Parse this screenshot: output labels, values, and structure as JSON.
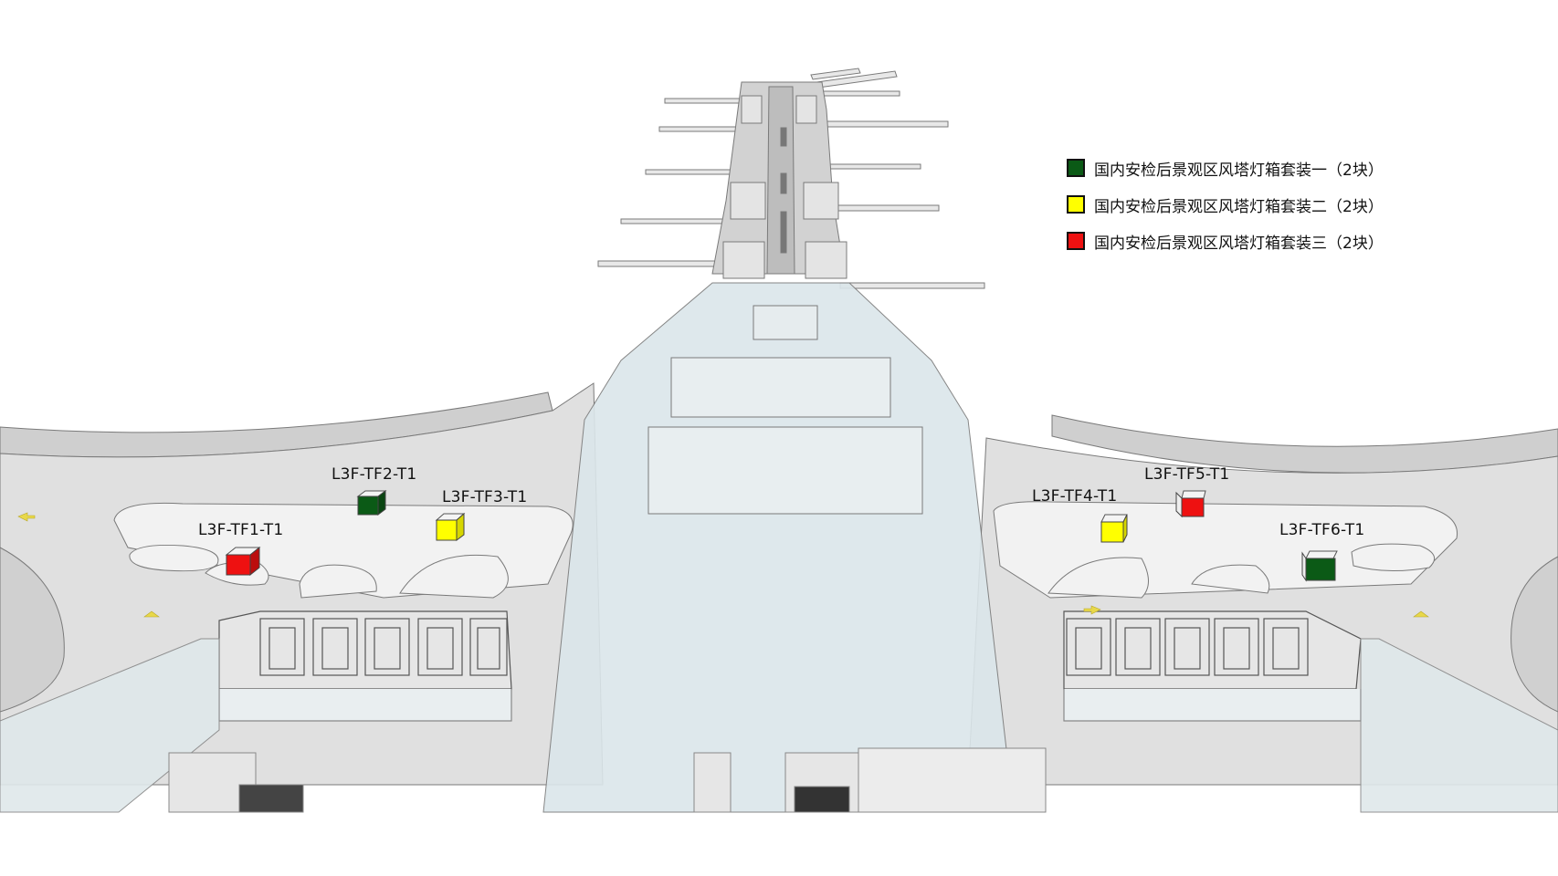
{
  "legend": [
    {
      "color": "#0b5a16",
      "label": "国内安检后景观区风塔灯箱套装一（2块）"
    },
    {
      "color": "#ffff00",
      "label": "国内安检后景观区风塔灯箱套装二（2块）"
    },
    {
      "color": "#ee1111",
      "label": "国内安检后景观区风塔灯箱套装三（2块）"
    }
  ],
  "markers": [
    {
      "id": "L3F-TF1-T1",
      "color": "#ee1111"
    },
    {
      "id": "L3F-TF2-T1",
      "color": "#0b5a16"
    },
    {
      "id": "L3F-TF3-T1",
      "color": "#ffff00"
    },
    {
      "id": "L3F-TF4-T1",
      "color": "#ffff00"
    },
    {
      "id": "L3F-TF5-T1",
      "color": "#ee1111"
    },
    {
      "id": "L3F-TF6-T1",
      "color": "#0b5a16"
    }
  ],
  "colors": {
    "floor": "#dedede",
    "floor_light": "#ececec",
    "glass": "#dbe6ea",
    "line": "#7a7a7a",
    "background": "#ffffff"
  }
}
